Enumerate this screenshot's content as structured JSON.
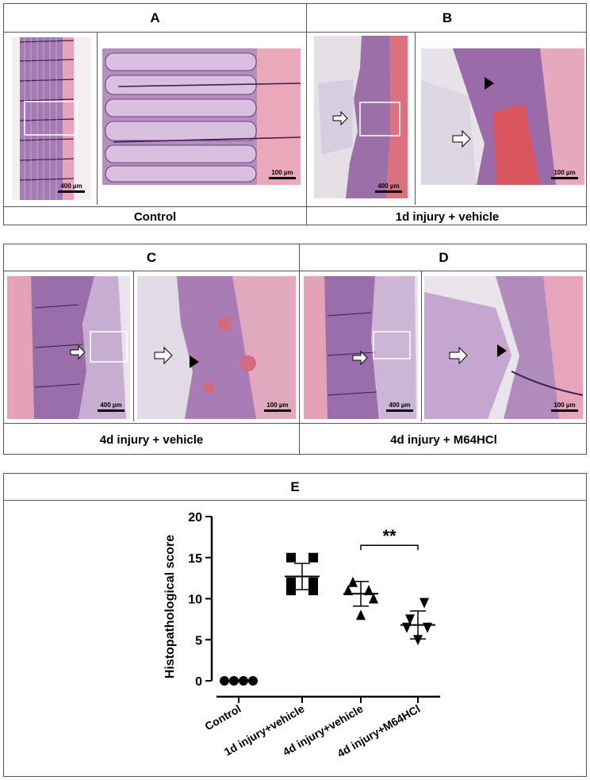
{
  "panels": {
    "A": {
      "letter": "A",
      "caption": "Control",
      "scale_low": "400 µm",
      "scale_high": "100 µm"
    },
    "B": {
      "letter": "B",
      "caption": "1d injury + vehicle",
      "scale_low": "400 µm",
      "scale_high": "100 µm"
    },
    "C": {
      "letter": "C",
      "caption": "4d injury + vehicle",
      "scale_low": "400 µm",
      "scale_high": "100 µm"
    },
    "D": {
      "letter": "D",
      "caption": "4d injury + M64HCl",
      "scale_low": "400 µm",
      "scale_high": "100 µm"
    }
  },
  "chart_panel": {
    "letter": "E"
  },
  "chart_data": {
    "type": "scatter",
    "ylabel": "Histopathological score",
    "ylim": [
      0,
      20
    ],
    "yticks": [
      "0",
      "5",
      "10",
      "15",
      "20"
    ],
    "categories": [
      "Control",
      "1d injury+vehicle",
      "4d injury+vehicle",
      "4d injury+M64HCl"
    ],
    "significance": "**",
    "significance_between": [
      "4d injury+vehicle",
      "4d injury+M64HCl"
    ],
    "series": [
      {
        "marker": "circle",
        "values": [
          0,
          0,
          0,
          0
        ],
        "mean": 0,
        "sd": 0
      },
      {
        "marker": "square",
        "values": [
          15,
          15,
          12,
          12,
          11,
          11
        ],
        "mean": 12.7,
        "sd": 1.6
      },
      {
        "marker": "triangle-up",
        "values": [
          12,
          11,
          11,
          10,
          8
        ],
        "mean": 10.6,
        "sd": 1.5
      },
      {
        "marker": "triangle-down",
        "values": [
          9.5,
          7.5,
          6.5,
          6.5,
          5
        ],
        "mean": 6.8,
        "sd": 1.7
      }
    ]
  }
}
